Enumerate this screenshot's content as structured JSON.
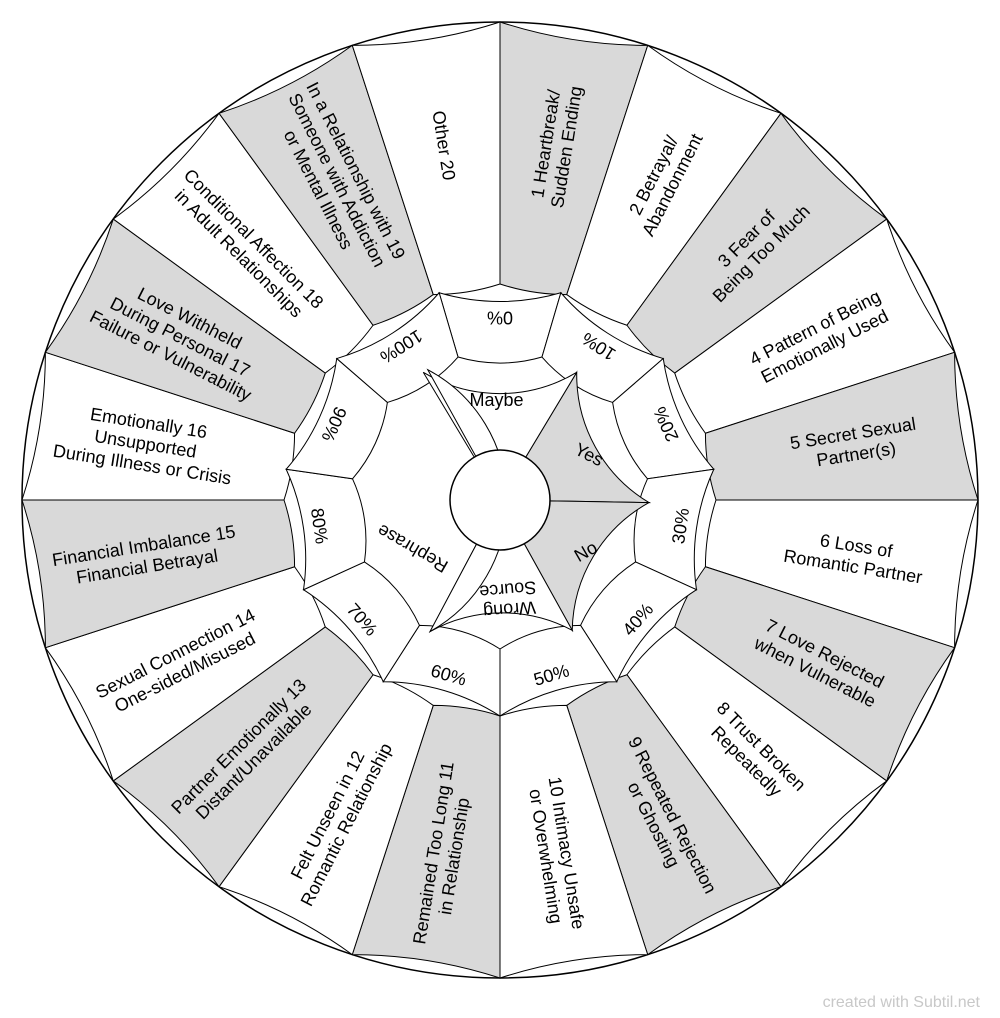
{
  "wheel": {
    "colors": {
      "shaded": "#d9d9d9",
      "plain": "#ffffff",
      "stroke": "#000000"
    },
    "outer_segments": [
      {
        "lines": [
          "1  Heartbreak/",
          "Sudden Ending"
        ],
        "shaded": true
      },
      {
        "lines": [
          "2  Betrayal/",
          "Abandonment"
        ],
        "shaded": false
      },
      {
        "lines": [
          "3  Fear of",
          "Being Too Much"
        ],
        "shaded": true
      },
      {
        "lines": [
          "4  Pattern of Being",
          "Emotionally Used"
        ],
        "shaded": false
      },
      {
        "lines": [
          "5  Secret Sexual",
          "Partner(s)"
        ],
        "shaded": true
      },
      {
        "lines": [
          "6  Loss of",
          "Romantic Partner"
        ],
        "shaded": false
      },
      {
        "lines": [
          "7  Love Rejected",
          "when Vulnerable"
        ],
        "shaded": true
      },
      {
        "lines": [
          "8  Trust Broken",
          "Repeatedly"
        ],
        "shaded": false
      },
      {
        "lines": [
          "9  Repeated Rejection",
          "or Ghosting"
        ],
        "shaded": true
      },
      {
        "lines": [
          "10  Intimacy Unsafe",
          "or Overwhelming"
        ],
        "shaded": false
      },
      {
        "lines": [
          "Remained Too Long  11",
          "in Relationship"
        ],
        "shaded": true
      },
      {
        "lines": [
          "Felt Unseen in  12",
          "Romantic Relationship"
        ],
        "shaded": false
      },
      {
        "lines": [
          "Partner Emotionally  13",
          "Distant/Unavailable"
        ],
        "shaded": true
      },
      {
        "lines": [
          "Sexual Connection  14",
          "One-sided/Misused"
        ],
        "shaded": false
      },
      {
        "lines": [
          "Financial Imbalance 15",
          "Financial Betrayal"
        ],
        "shaded": true
      },
      {
        "lines": [
          "Emotionally  16",
          "Unsupported",
          "During Illness or Crisis"
        ],
        "shaded": false
      },
      {
        "lines": [
          "Love Withheld",
          "During Personal  17",
          "Failure or Vulnerability"
        ],
        "shaded": true
      },
      {
        "lines": [
          "Conditional Affection 18",
          "in Adult Relationships"
        ],
        "shaded": false
      },
      {
        "lines": [
          "In a Relationship with  19",
          "Someone with Addiction",
          "or Mental Illness"
        ],
        "shaded": true
      },
      {
        "lines": [
          "Other  20"
        ],
        "shaded": false
      }
    ],
    "percent_ring": [
      "0%",
      "10%",
      "20%",
      "30%",
      "40%",
      "50%",
      "60%",
      "70%",
      "80%",
      "90%",
      "100%"
    ],
    "answer_ring": [
      {
        "label": "Yes",
        "shaded": true
      },
      {
        "label": "Maybe",
        "shaded": false
      },
      {
        "label": "No",
        "shaded": true
      },
      {
        "label": "Wrong Source",
        "shaded": false
      },
      {
        "label": "Rephrase",
        "shaded": false
      }
    ]
  },
  "credit": "created with Subtil.net"
}
